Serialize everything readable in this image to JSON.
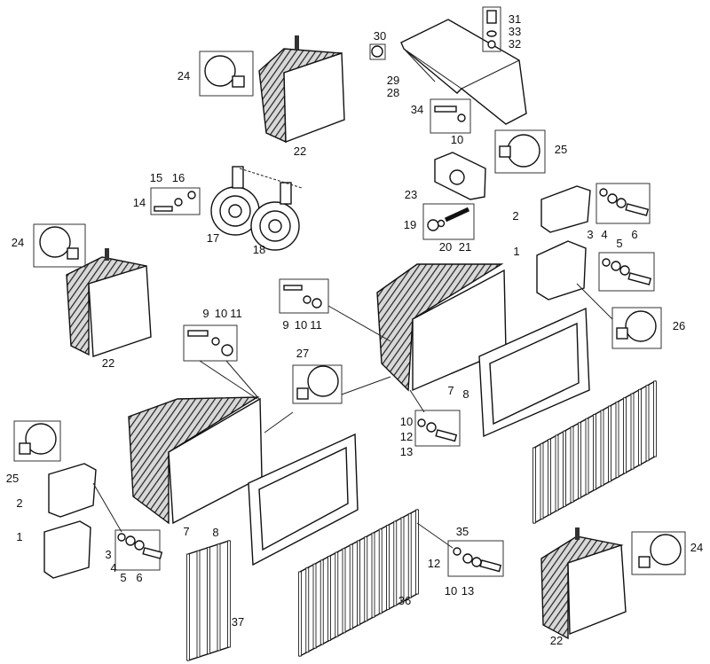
{
  "diagram": {
    "title": "",
    "part_labels": [
      "31",
      "33",
      "32",
      "30",
      "29",
      "28",
      "34",
      "10",
      "25",
      "23",
      "19",
      "20",
      "21",
      "2",
      "3",
      "4",
      "5",
      "6",
      "1",
      "24",
      "22",
      "15",
      "16",
      "14",
      "17",
      "18",
      "24",
      "22",
      "9",
      "10",
      "11",
      "9",
      "10",
      "11",
      "27",
      "7",
      "8",
      "26",
      "10",
      "12",
      "13",
      "25",
      "2",
      "1",
      "3",
      "4",
      "5",
      "6",
      "7",
      "8",
      "35",
      "12",
      "10",
      "13",
      "24",
      "22",
      "37",
      "36"
    ]
  }
}
